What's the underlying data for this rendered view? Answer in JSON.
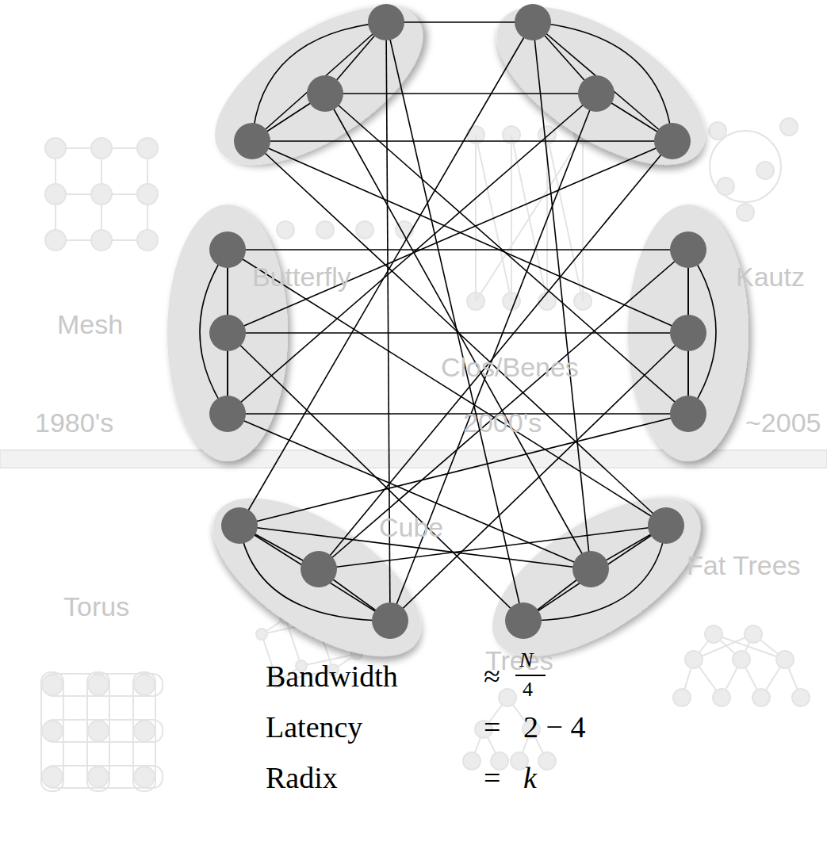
{
  "diagram": {
    "labels": [
      "Mesh",
      "Butterfly",
      "Clos/Benes",
      "1980's",
      "2000's",
      "Kautz",
      "~2005",
      "Cube",
      "Fat Trees",
      "Torus",
      "Trees",
      "Bandwidth",
      "≈",
      "N",
      "4",
      "Latency",
      "=",
      "2 − 4",
      "Radix",
      "=",
      "k"
    ]
  }
}
